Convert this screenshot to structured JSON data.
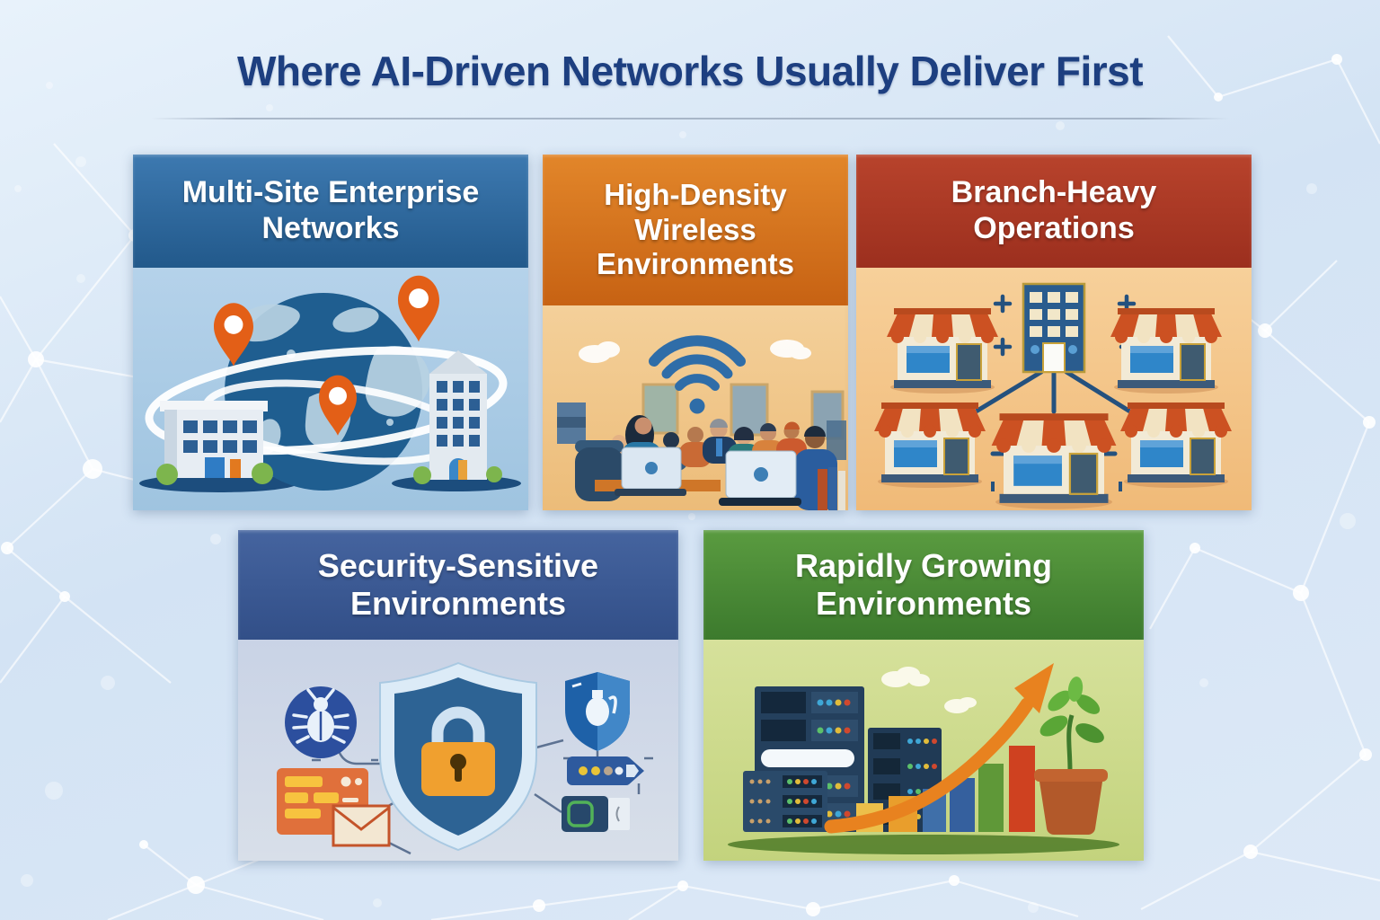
{
  "page": {
    "title": "Where AI-Driven Networks Usually Deliver First",
    "title_color": "#1d3f80",
    "background_colors": [
      "#e8f2fb",
      "#d3e3f4"
    ],
    "network_pattern_color": "#ffffff"
  },
  "cards": [
    {
      "title": "Multi-Site Enterprise Networks",
      "header_colors": [
        "#3d79b0",
        "#22598b"
      ],
      "body_colors": [
        "#b5d2ea",
        "#9fc4e0"
      ],
      "icons": [
        "globe-icon",
        "location-pin-icon",
        "orbit-ring-icon",
        "office-building-icon",
        "tall-building-icon"
      ]
    },
    {
      "title": "High-Density Wireless Environments",
      "header_colors": [
        "#e2862a",
        "#c76213"
      ],
      "body_colors": [
        "#f4d09a",
        "#ecbc79"
      ],
      "icons": [
        "wifi-icon",
        "cloud-icon",
        "crowd-icon",
        "laptop-icon"
      ]
    },
    {
      "title": "Branch-Heavy Operations",
      "header_colors": [
        "#b8432c",
        "#9c2f1e"
      ],
      "body_colors": [
        "#f7d09a",
        "#f0ba78"
      ],
      "icons": [
        "hq-building-icon",
        "store-icon",
        "connection-line-icon",
        "arrow-icon",
        "plus-mark-icon"
      ]
    },
    {
      "title": "Security-Sensitive Environments",
      "header_colors": [
        "#45649f",
        "#324f88"
      ],
      "body_colors": [
        "#c9d3e6",
        "#d8dfe9"
      ],
      "icons": [
        "shield-lock-icon",
        "bug-icon",
        "security-badge-icon",
        "firewall-icon",
        "email-icon",
        "password-tag-icon",
        "secure-device-icon"
      ]
    },
    {
      "title": "Rapidly Growing Environments",
      "header_colors": [
        "#5a9b40",
        "#3c7a2d"
      ],
      "body_colors": [
        "#d6e19b",
        "#c3d37d"
      ],
      "icons": [
        "server-rack-icon",
        "bar-chart-icon",
        "growth-arrow-icon",
        "potted-plant-icon",
        "cloud-icon"
      ]
    }
  ]
}
